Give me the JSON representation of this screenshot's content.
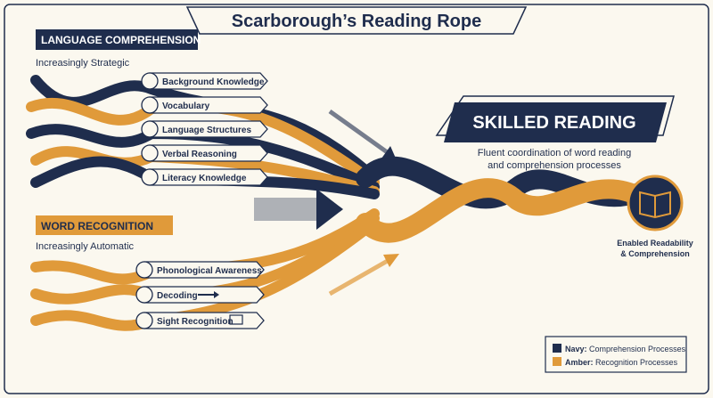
{
  "title": "Scarborough’s Reading Rope",
  "language_comprehension": {
    "header": "LANGUAGE COMPREHENSION",
    "subtitle": "Increasingly Strategic",
    "strands": [
      {
        "label": "Background Knowledge",
        "icon": "gears-icon"
      },
      {
        "label": "Vocabulary",
        "icon": "books-icon"
      },
      {
        "label": "Language Structures",
        "icon": "hierarchy-icon"
      },
      {
        "label": "Verbal Reasoning",
        "icon": "puzzle-icon"
      },
      {
        "label": "Literacy Knowledge",
        "icon": "book-icon"
      }
    ]
  },
  "word_recognition": {
    "header": "WORD RECOGNITION",
    "subtitle": "Increasingly Automatic",
    "strands": [
      {
        "label": "Phonological Awareness",
        "icon": "speaker-icon"
      },
      {
        "label": "Decoding",
        "icon": "letter-blocks-icon"
      },
      {
        "label": "Sight Recognition",
        "icon": "eye-icon"
      }
    ]
  },
  "skilled_reading": {
    "title": "SKILLED READING",
    "description_line1": "Fluent coordination of word reading",
    "description_line2": "and comprehension processes",
    "badge_line1": "Enabled Readability",
    "badge_line2": "& Comprehension"
  },
  "legend": {
    "navy_key": "Navy:",
    "navy_text": " Comprehension Processes",
    "amber_key": "Amber:",
    "amber_text": " Recognition Processes"
  },
  "colors": {
    "navy": "#1f2d4d",
    "amber": "#e09a3a",
    "background": "#fbf8ef"
  }
}
